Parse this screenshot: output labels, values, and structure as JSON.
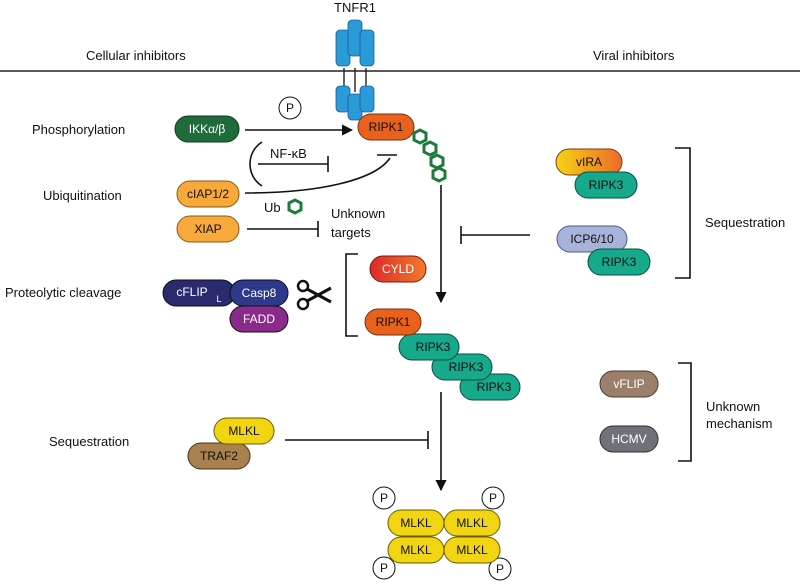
{
  "headers": {
    "receptor": "TNFR1",
    "cellular": "Cellular inhibitors",
    "viral": "Viral inhibitors"
  },
  "left_labels": {
    "phosphorylation": "Phosphorylation",
    "ubiquitination": "Ubiquitination",
    "proteolytic": "Proteolytic cleavage",
    "sequestration": "Sequestration"
  },
  "right_labels": {
    "sequestration": "Sequestration",
    "unknown_line1": "Unknown",
    "unknown_line2": "mechanism"
  },
  "annotations": {
    "nfkb": "NF-κB",
    "ub": "Ub",
    "unknown_targets_line1": "Unknown",
    "unknown_targets_line2": "targets",
    "p": "P"
  },
  "nodes": {
    "ikk": "IKKα/β",
    "ciap": "cIAP1/2",
    "xiap": "XIAP",
    "ripk1_top": "RIPK1",
    "cyld": "CYLD",
    "cflip": "cFLIP",
    "cflip_sub": "L",
    "casp8": "Casp8",
    "fadd": "FADD",
    "ripk1_complex": "RIPK1",
    "ripk3_a": "RIPK3",
    "ripk3_b": "RIPK3",
    "ripk3_c": "RIPK3",
    "mlkl_left": "MLKL",
    "traf2": "TRAF2",
    "virA": "vIRA",
    "ripk3_vira": "RIPK3",
    "icp": "ICP6/10",
    "ripk3_icp": "RIPK3",
    "vflip": "vFLIP",
    "hcmv": "HCMV",
    "mlkl_1": "MLKL",
    "mlkl_2": "MLKL",
    "mlkl_3": "MLKL",
    "mlkl_4": "MLKL"
  },
  "colors": {
    "ikk": "#1f6b3a",
    "orange_light": "#f7a93c",
    "ripk1": "#e8621e",
    "ripk3": "#16a98c",
    "cyld": "#e23a26",
    "navy": "#2a2a6e",
    "blue_dark": "#2d3a8c",
    "purple": "#8a2a8a",
    "yellow": "#f2d512",
    "traf2": "#a8814f",
    "vflip": "#9b7f6b",
    "hcmv": "#6f7277",
    "icp": "#a7b3d8",
    "receptor": "#2b9ad9",
    "ub": "#1c7a3a"
  }
}
